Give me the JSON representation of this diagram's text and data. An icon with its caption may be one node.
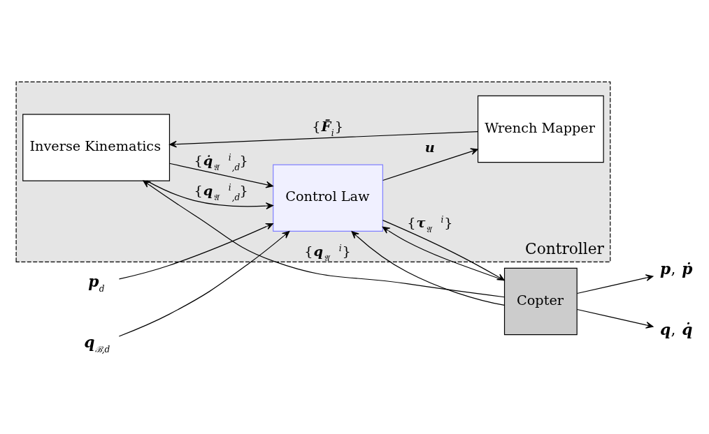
{
  "diagram": {
    "nodes": [
      {
        "text": [
          "Controller"
        ]
      },
      {
        "text": [
          "Inverse Kinematics"
        ],
        "in": 0
      },
      {
        "text": [
          "Wrench Mapper"
        ],
        "in": 0
      },
      {
        "text": [
          "Control Law"
        ],
        "in": 0
      },
      {
        "text": [
          "Copter"
        ]
      },
      {
        "text": [
          "**p**$_{d}$"
        ]
      },
      {
        "text": [
          "**q**$_{ℬ,d}$"
        ]
      },
      {
        "text": [
          "**p**, **ṗ**"
        ]
      },
      {
        "text": [
          "**q**, **q̇**"
        ]
      }
    ],
    "edges": [
      {
        "from": 1,
        "to": 3,
        "arrow": "to",
        "label": "{**q**$_{𝔄}$$^{i}$$_{,d}$}"
      },
      {
        "from": 1,
        "to": 3,
        "arrow": "to",
        "label": "{**q̇**$_{𝔄}$$^{i}$$_{,d}$}"
      },
      {
        "from": 2,
        "to": 1,
        "arrow": "to",
        "label": "{**F̄**$_{i}$}"
      },
      {
        "from": 3,
        "to": 2,
        "arrow": "to",
        "label": "**u**"
      },
      {
        "from": 4,
        "to": 1,
        "arrow": "to",
        "label": "{**q**$_{𝔄}$$^{i}$}"
      },
      {
        "from": 5,
        "to": 3,
        "arrow": "to"
      },
      {
        "from": 6,
        "to": 3,
        "arrow": "to"
      },
      {
        "from": 3,
        "to": 4,
        "arrow": "to",
        "label": "{**τ**$_{𝔄}$$^{i}$}"
      },
      {
        "from": 4,
        "to": 7,
        "arrow": "to"
      },
      {
        "from": 4,
        "to": 8,
        "arrow": "to"
      },
      {
        "from": 4,
        "to": 3,
        "arrow": "to"
      },
      {
        "from": 4,
        "to": 3,
        "arrow": "to"
      }
    ]
  }
}
